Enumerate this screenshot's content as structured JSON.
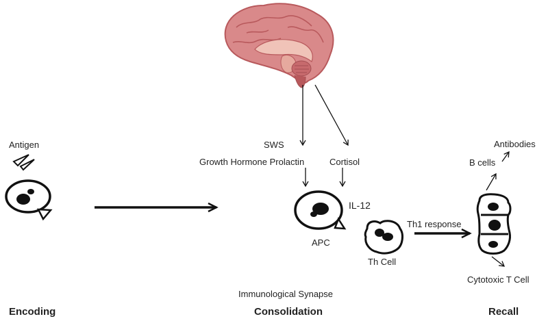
{
  "labels": {
    "antigen": "Antigen",
    "sws": "SWS",
    "hormones": "Growth Hormone Prolactin",
    "cortisol": "Cortisol",
    "il12": "IL-12",
    "apc": "APC",
    "th_cell": "Th Cell",
    "th1_response": "Th1 response",
    "b_cells": "B cells",
    "antibodies": "Antibodies",
    "cytotoxic": "Cytotoxic T Cell",
    "synapse": "Immunological Synapse"
  },
  "stages": {
    "encoding": "Encoding",
    "consolidation": "Consolidation",
    "recall": "Recall"
  },
  "colors": {
    "brain_cortex": "#d9898a",
    "brain_shadow": "#b8595c",
    "brain_inner": "#f0c3b8",
    "ink": "#111111"
  }
}
